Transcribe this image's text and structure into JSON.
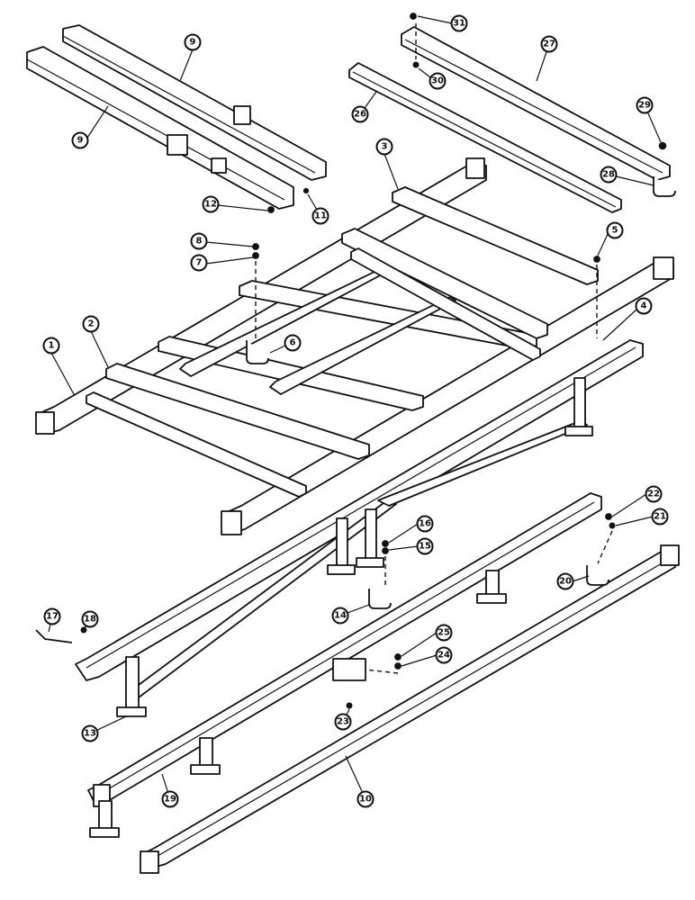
{
  "diagram": {
    "callouts": [
      "1",
      "2",
      "3",
      "4",
      "5",
      "6",
      "7",
      "8",
      "9",
      "9",
      "10",
      "11",
      "12",
      "13",
      "14",
      "15",
      "16",
      "17",
      "18",
      "19",
      "20",
      "21",
      "22",
      "23",
      "24",
      "25",
      "26",
      "27",
      "28",
      "29",
      "30",
      "31"
    ]
  }
}
